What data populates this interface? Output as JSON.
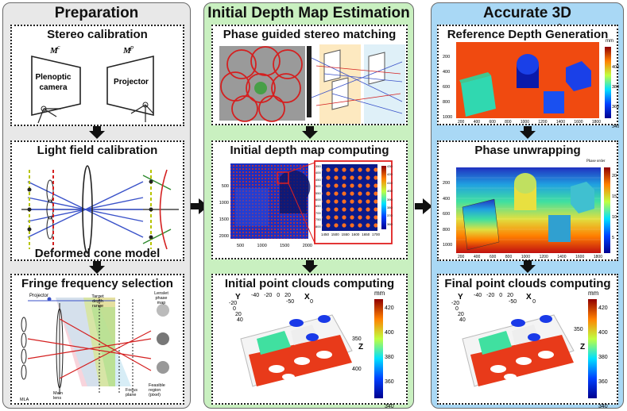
{
  "columns": [
    {
      "title": "Preparation",
      "bg": "#e8e8e8",
      "title_color": "#111"
    },
    {
      "title": "Initial Depth Map Estimation",
      "bg": "#c9f0c0",
      "title_color": "#111"
    },
    {
      "title": "Accurate 3D reconstruction",
      "bg": "#a9d8f5",
      "title_color": "#111"
    }
  ],
  "prep": {
    "stereo_title": "Stereo calibration",
    "mc_label": "M",
    "mc_sup": "c",
    "mp_label": "M",
    "mp_sup": "p",
    "camera_label_1": "Plenoptic",
    "camera_label_2": "camera",
    "projector_label": "Projector",
    "lightfield_title": "Light field calibration",
    "cone_title": "Deformed cone model",
    "fringe_title": "Fringe frequency selection",
    "fringe_labels": {
      "projector": "Projector",
      "target_depth_1": "Target",
      "target_depth_2": "depth",
      "target_depth_3": "range",
      "lenslet_1": "Lenslet",
      "lenslet_2": "phase",
      "lenslet_3": "map",
      "mla": "MLA",
      "main_lens_1": "Main",
      "main_lens_2": "lens",
      "focus_1": "Focus",
      "focus_2": "plane",
      "feasible_1": "Feasible",
      "feasible_2": "region",
      "feasible_3": "(pixel)"
    }
  },
  "init": {
    "phase_title": "Phase guided stereo matching",
    "depth_title": "Initial depth map computing",
    "depth_xticks": [
      "500",
      "1000",
      "1500",
      "2000"
    ],
    "depth_yticks": [
      "500",
      "1000",
      "1500",
      "2000"
    ],
    "zoom_xticks": [
      "1450",
      "1500",
      "1550",
      "1600",
      "1650",
      "1700"
    ],
    "zoom_yticks": [
      "350",
      "400",
      "450",
      "500",
      "550",
      "600",
      "650",
      "700",
      "750",
      "800"
    ],
    "zoom_cbar": [
      "430",
      "420",
      "410",
      "400",
      "390",
      "380",
      "370",
      "360"
    ],
    "pc_title": "Initial point clouds computing",
    "pc_labels": {
      "y": "Y",
      "x": "X",
      "z": "Z",
      "unit": "mm"
    },
    "pc_ticks_a": [
      "-20",
      "0",
      "20",
      "40"
    ],
    "pc_ticks_b": [
      "-40",
      "-20",
      "0",
      "20"
    ],
    "pc_ticks_c": [
      "-50",
      "0"
    ],
    "pc_ticks_z": [
      "350",
      "400"
    ],
    "pc_cbar": [
      "420",
      "400",
      "380",
      "360",
      "340"
    ]
  },
  "acc": {
    "ref_title": "Reference Depth Generation",
    "ref_xticks": [
      "200",
      "400",
      "600",
      "800",
      "1000",
      "1200",
      "1400",
      "1600",
      "1800"
    ],
    "ref_yticks": [
      "200",
      "400",
      "600",
      "800",
      "1000"
    ],
    "ref_cbar": [
      "400",
      "380",
      "360",
      "340"
    ],
    "ref_corner": "mm",
    "unwrap_title": "Phase unwrapping",
    "unwrap_corner": "Phase order",
    "unwrap_xticks": [
      "200",
      "400",
      "600",
      "800",
      "1000",
      "1200",
      "1400",
      "1600",
      "1800"
    ],
    "unwrap_yticks": [
      "200",
      "400",
      "600",
      "800",
      "1000"
    ],
    "unwrap_cbar": [
      "20",
      "15",
      "10",
      "5"
    ],
    "final_title": "Final point clouds computing",
    "final_labels": {
      "y": "Y",
      "x": "X",
      "z": "Z",
      "unit": "mm"
    },
    "final_ticks_a": [
      "-20",
      "0",
      "20",
      "40"
    ],
    "final_ticks_b": [
      "-40",
      "-20",
      "0",
      "20"
    ],
    "final_ticks_c": [
      "-50",
      "0"
    ],
    "final_ticks_z": [
      "350"
    ],
    "final_cbar": [
      "420",
      "400",
      "380",
      "360",
      "340"
    ]
  }
}
